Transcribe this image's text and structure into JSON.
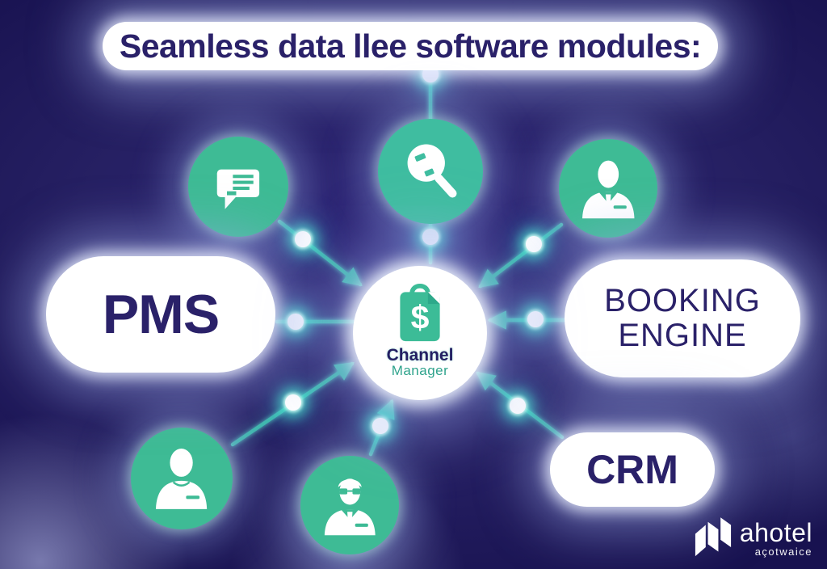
{
  "title": {
    "text": "Seamless data llee software modules:"
  },
  "center_node": {
    "name_line1": "Channel",
    "name_line2": "Manager",
    "currency_symbol": "$",
    "icon": "dollar-clipboard-icon"
  },
  "modules": {
    "pms": "PMS",
    "booking_line1": "BOOKING",
    "booking_line2": "ENGINE",
    "crm": "CRM"
  },
  "icon_nodes": [
    {
      "name": "chat-icon",
      "position": "top-left"
    },
    {
      "name": "search-icon",
      "position": "top-center"
    },
    {
      "name": "businessman-icon",
      "position": "top-right"
    },
    {
      "name": "person-icon",
      "position": "bottom-left"
    },
    {
      "name": "person-glasses-icon",
      "position": "bottom-center"
    }
  ],
  "logo": {
    "brand": "ahotel",
    "tagline": "açotwaice",
    "icon": "ahotel-logo-icon"
  },
  "colors": {
    "background": "#262063",
    "node_green": "#3ebb95",
    "connector_teal": "#3eb9ac",
    "text_navy": "#2a2169",
    "text_teal": "#2fa38c",
    "pill_white": "#ffffff"
  }
}
